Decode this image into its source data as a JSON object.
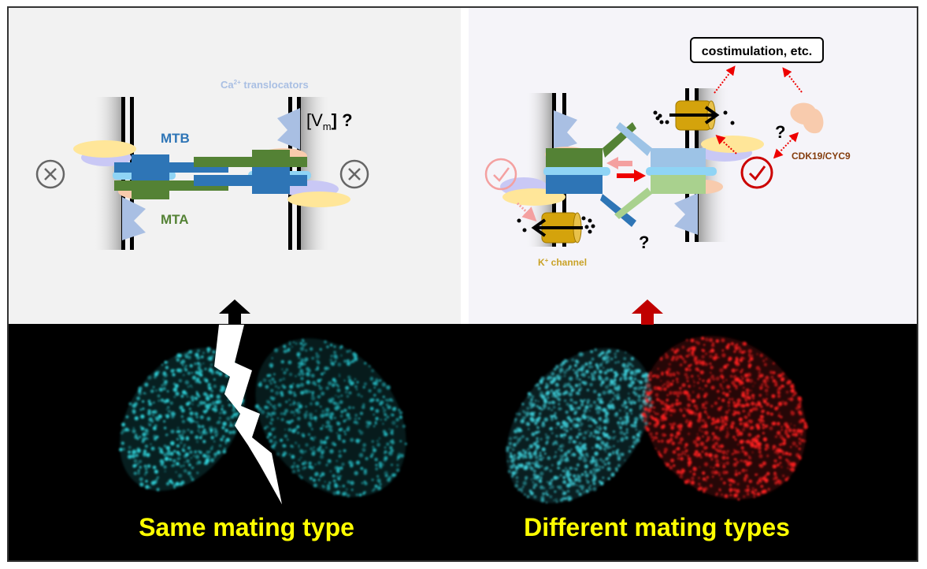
{
  "left_panel": {
    "ca_label": "Ca",
    "ca_sup": "2+",
    "ca_rest": " translocators",
    "vm_open": "[V",
    "vm_sub": "m",
    "vm_close": "] ?",
    "mtb_label": "MTB",
    "mta_label": "MTA",
    "caption": "Same mating type"
  },
  "right_panel": {
    "costim_label": "costimulation, etc.",
    "cdk_label": "CDK19/CYC9",
    "k_label": "K",
    "k_sup": "+",
    "k_rest": " channel",
    "question_1": "?",
    "question_2": "?",
    "caption": "Different mating types"
  },
  "colors": {
    "mtb": "#2e75b6",
    "mta": "#548235",
    "ca": "#a9bfe3",
    "yellow_caption": "#ffff00",
    "red": "#cc0000",
    "k_channel": "#d4a30c"
  }
}
